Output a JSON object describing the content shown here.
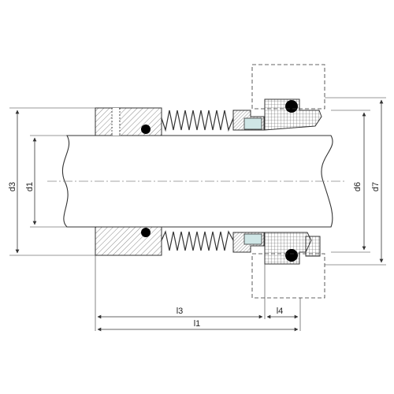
{
  "diagram": {
    "labels": {
      "d3": "d3",
      "d1": "d1",
      "d6": "d6",
      "d7": "d7",
      "l3": "l3",
      "l1": "l1",
      "l4": "l4"
    },
    "colors": {
      "line": "#333333",
      "hatch": "#555555",
      "oring": "#000000",
      "insert_fill": "#cfe6e6",
      "centerline": "#888888",
      "dimension": "#333333"
    }
  }
}
